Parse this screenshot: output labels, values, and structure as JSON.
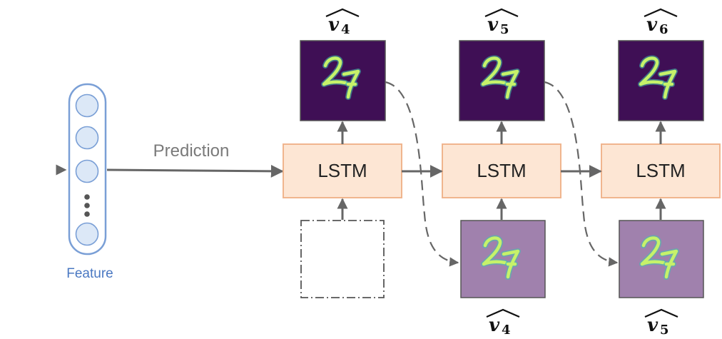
{
  "lstm_label": "LSTM",
  "prediction_label": "Prediction",
  "feature_label": "Feature",
  "top_outputs": [
    {
      "symbol": "v",
      "subscript": "4"
    },
    {
      "symbol": "v",
      "subscript": "5"
    },
    {
      "symbol": "v",
      "subscript": "6"
    }
  ],
  "bottom_inputs": [
    {
      "symbol": "v",
      "subscript": "4"
    },
    {
      "symbol": "v",
      "subscript": "5"
    }
  ],
  "colors": {
    "lstm_fill": "#fde6d4",
    "lstm_stroke": "#f0b58e",
    "node_fill": "#dce8f7",
    "node_stroke": "#7a9fd6",
    "frame_dark": "#3f0f55",
    "frame_light": "#a081ad",
    "feature_text": "#4a78c2"
  }
}
